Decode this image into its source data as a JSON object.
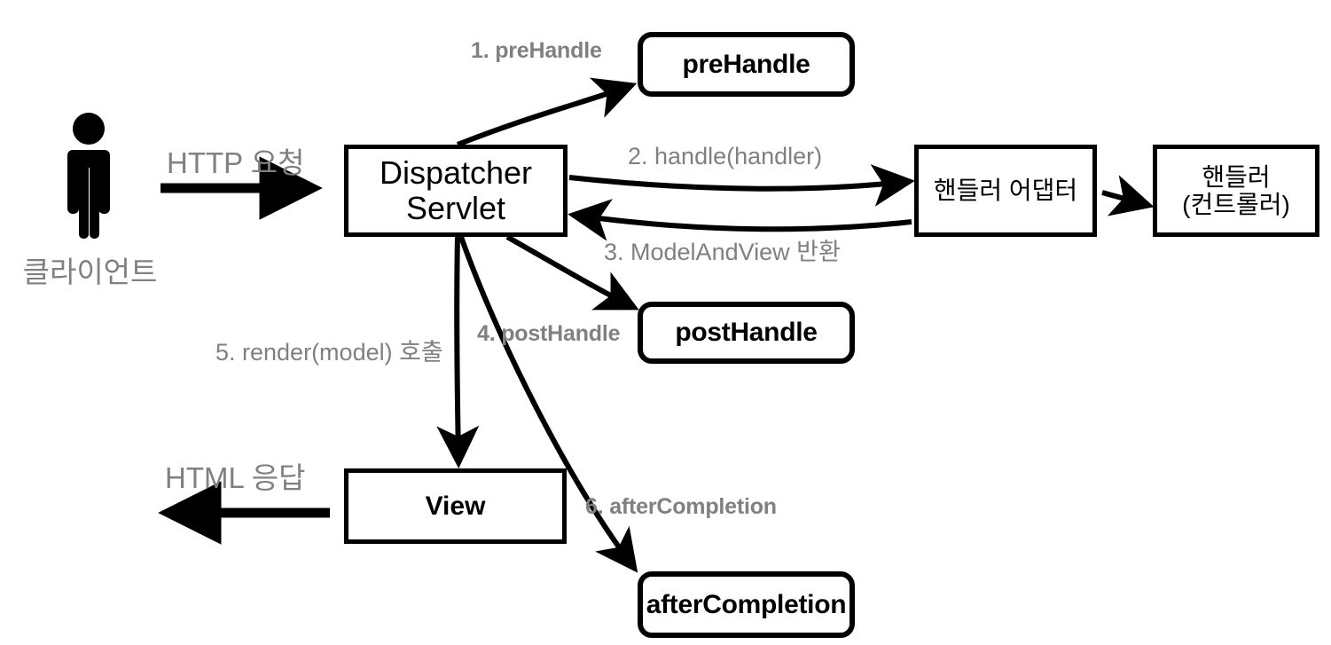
{
  "diagram": {
    "title": "Spring MVC DispatcherServlet Interceptor Flow",
    "background": "#ffffff",
    "ink": "#000000",
    "caption_color": "#808080"
  },
  "actor": {
    "icon": "person-icon",
    "label": "클라이언트"
  },
  "nodes": {
    "dispatcher": {
      "label": "Dispatcher\nServlet",
      "shape": "rect"
    },
    "prehandle": {
      "label": "preHandle",
      "shape": "rounded-rect"
    },
    "posthandle": {
      "label": "postHandle",
      "shape": "rounded-rect"
    },
    "aftercompletion": {
      "label": "afterCompletion",
      "shape": "rounded-rect"
    },
    "adapter": {
      "label": "핸들러 어댑터",
      "shape": "rect"
    },
    "handler": {
      "label": "핸들러\n(컨트롤러)",
      "shape": "rect"
    },
    "view": {
      "label": "View",
      "shape": "rect"
    }
  },
  "edges": {
    "http_request": "HTTP 요청",
    "http_response": "HTML 응답",
    "step1": "1. preHandle",
    "step2": "2. handle(handler)",
    "step3": "3. ModelAndView 반환",
    "step4": "4. postHandle",
    "step5": "5. render(model) 호출",
    "step6": "6. afterCompletion"
  }
}
